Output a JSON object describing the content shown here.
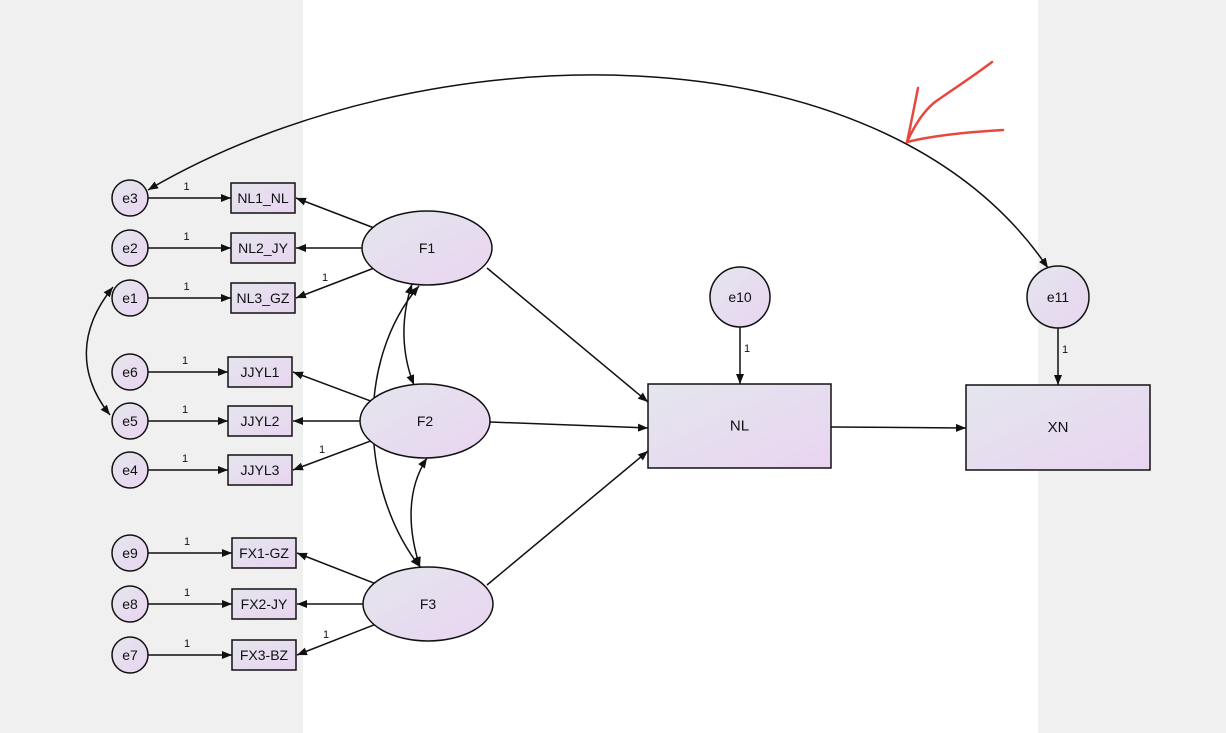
{
  "colors": {
    "side_panel": "#f0f0f0",
    "canvas": "#ffffff",
    "node_start": "#e4e6ee",
    "node_end": "#e9d4f0",
    "stroke": "#111111",
    "annotation": "#e8473e"
  },
  "latents": [
    {
      "id": "F1",
      "label": "F1"
    },
    {
      "id": "F2",
      "label": "F2"
    },
    {
      "id": "F3",
      "label": "F3"
    }
  ],
  "indicators": [
    {
      "id": "NL1_NL",
      "label": "NL1_NL",
      "error": "e3",
      "weight": "1"
    },
    {
      "id": "NL2_JY",
      "label": "NL2_JY",
      "error": "e2",
      "weight": "1"
    },
    {
      "id": "NL3_GZ",
      "label": "NL3_GZ",
      "error": "e1",
      "weight": "1"
    },
    {
      "id": "JJYL1",
      "label": "JJYL1",
      "error": "e6",
      "weight": "1"
    },
    {
      "id": "JJYL2",
      "label": "JJYL2",
      "error": "e5",
      "weight": "1"
    },
    {
      "id": "JJYL3",
      "label": "JJYL3",
      "error": "e4",
      "weight": "1"
    },
    {
      "id": "FX1-GZ",
      "label": "FX1-GZ",
      "error": "e9",
      "weight": "1"
    },
    {
      "id": "FX2-JY",
      "label": "FX2-JY",
      "error": "e8",
      "weight": "1"
    },
    {
      "id": "FX3-BZ",
      "label": "FX3-BZ",
      "error": "e7",
      "weight": "1"
    }
  ],
  "loading_weights": {
    "NL3_GZ": "1",
    "JJYL3": "1",
    "FX3-BZ": "1"
  },
  "observed_outcomes": [
    {
      "id": "NL",
      "label": "NL",
      "error": "e10",
      "weight": "1"
    },
    {
      "id": "XN",
      "label": "XN",
      "error": "e11",
      "weight": "1"
    }
  ],
  "covariances": [
    [
      "e3",
      "e11"
    ],
    [
      "e1",
      "e5"
    ],
    [
      "F1",
      "F2"
    ],
    [
      "F2",
      "F3"
    ],
    [
      "F1",
      "F3"
    ]
  ],
  "paths": [
    [
      "F1",
      "NL"
    ],
    [
      "F2",
      "NL"
    ],
    [
      "F3",
      "NL"
    ],
    [
      "NL",
      "XN"
    ]
  ]
}
